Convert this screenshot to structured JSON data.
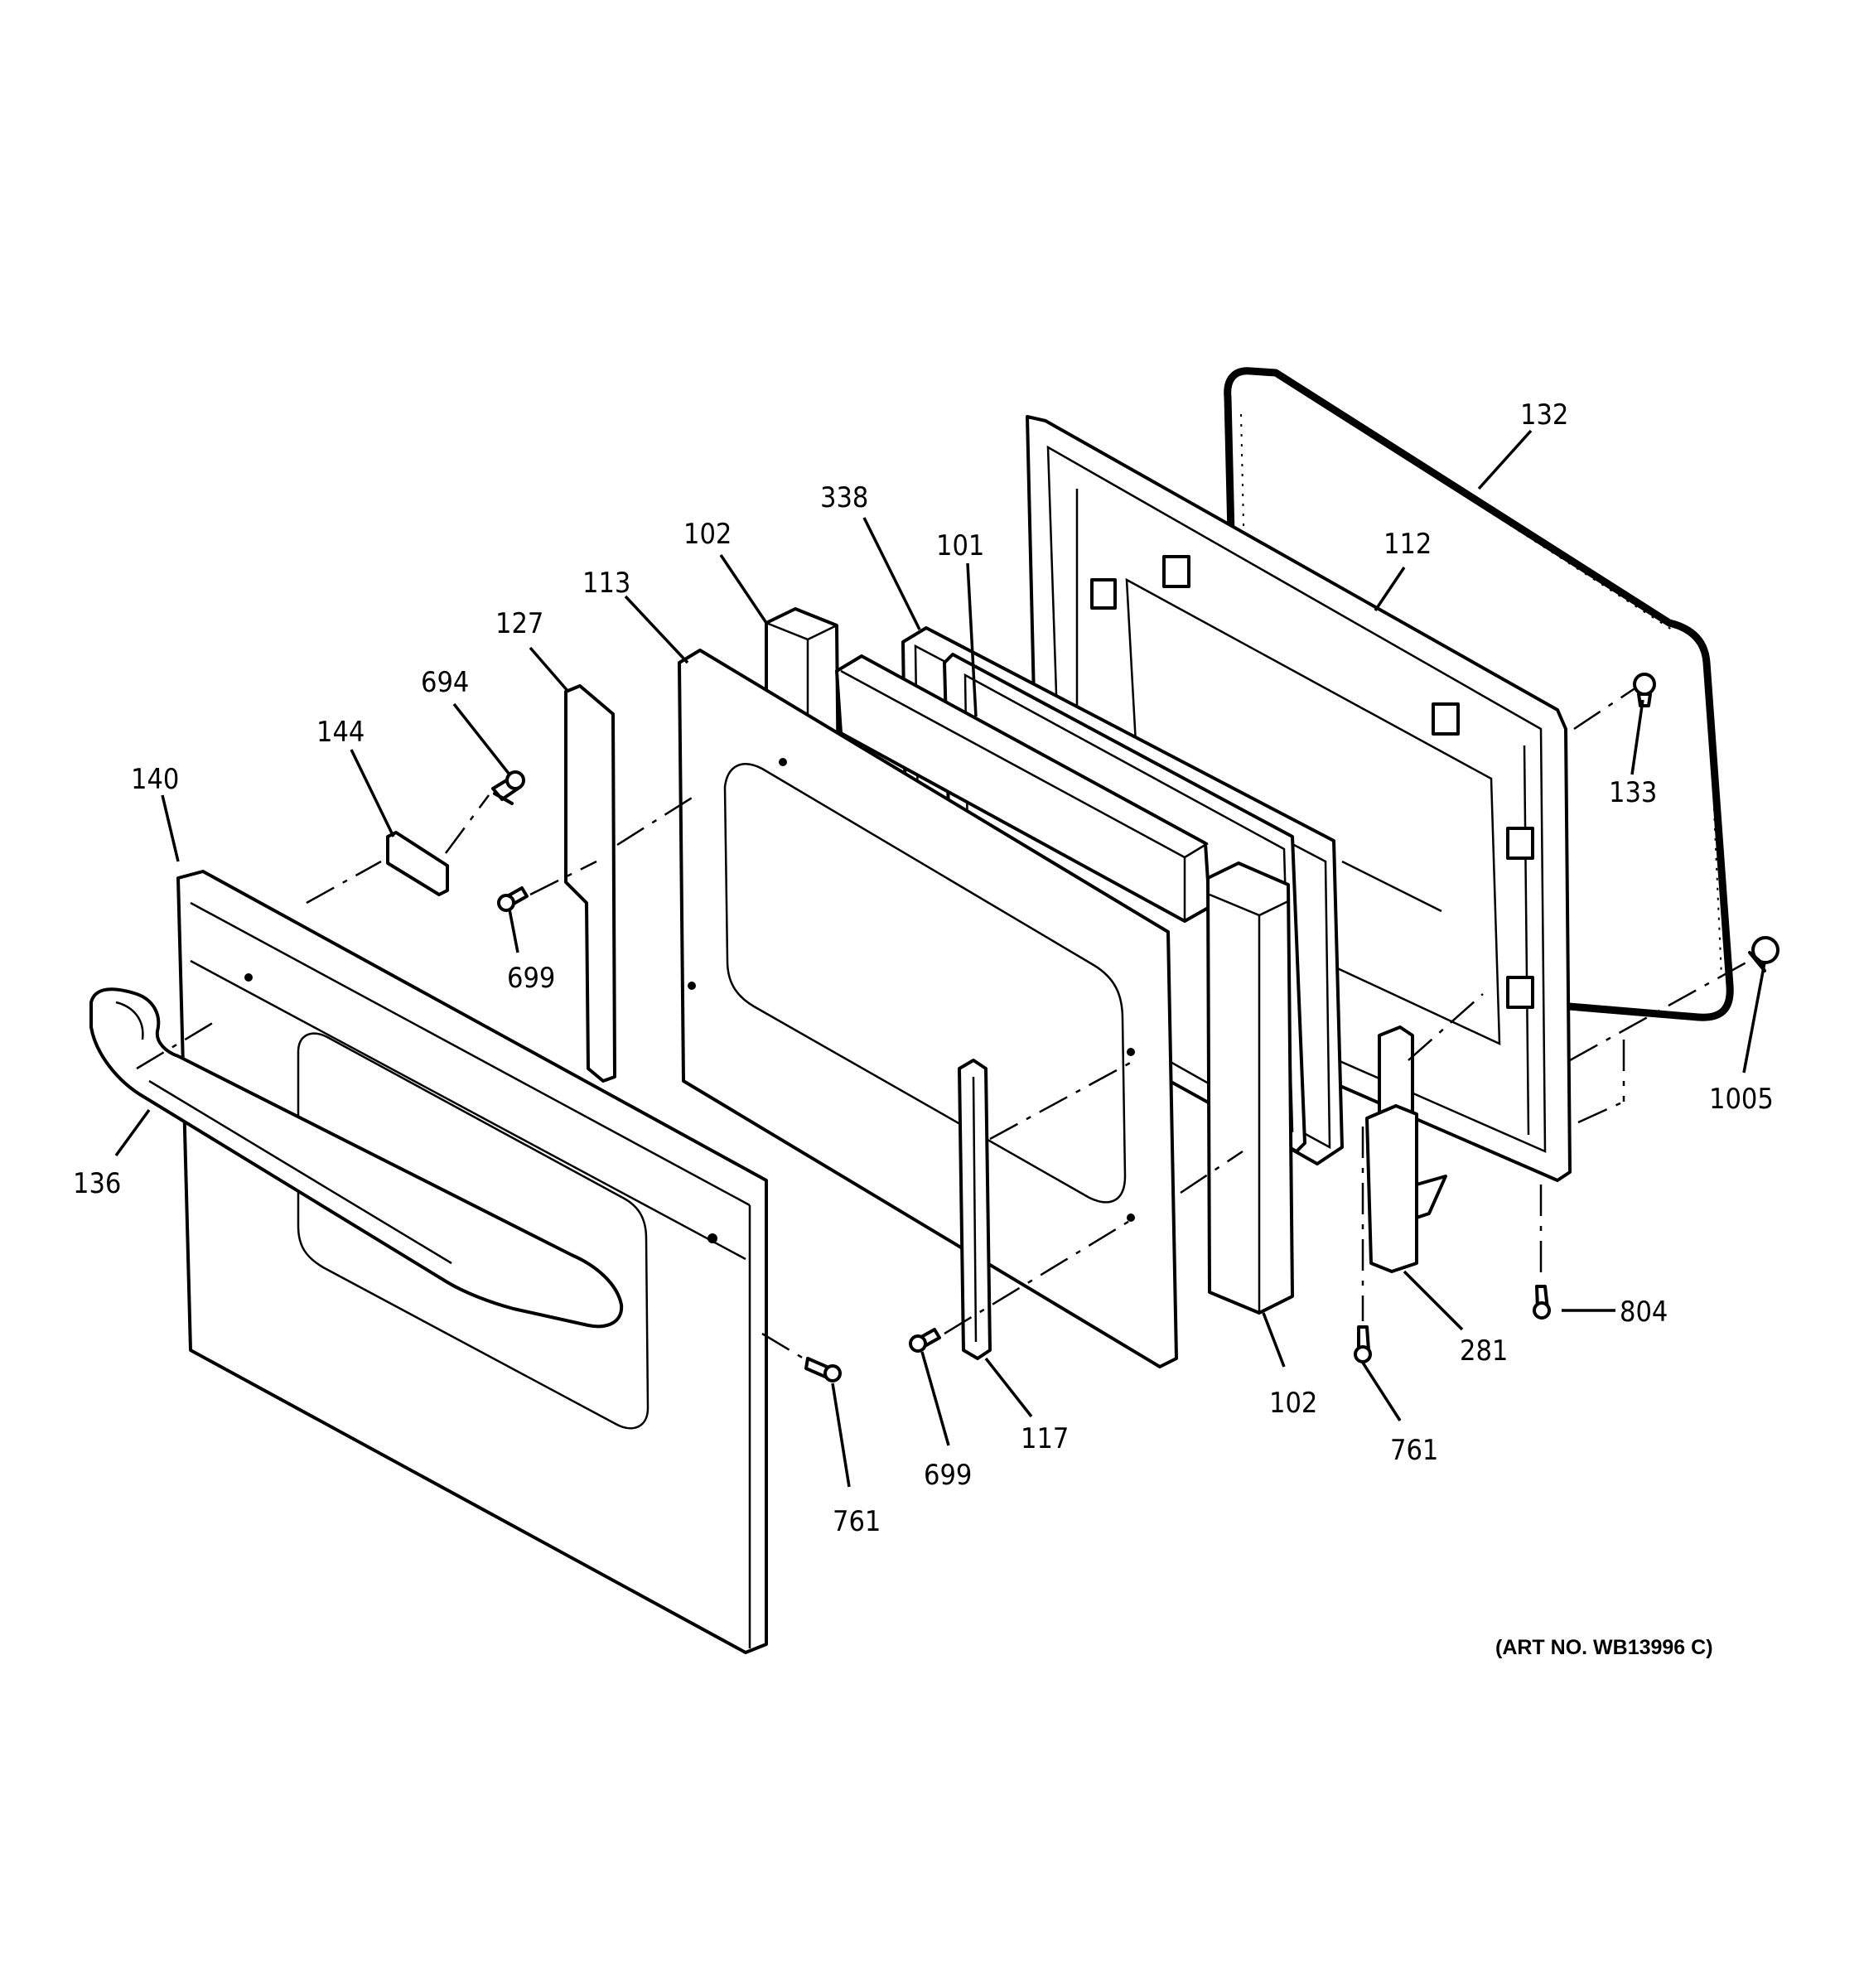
{
  "art_number": "(ART NO. WB13996 C)",
  "callouts": [
    {
      "id": "c132",
      "text": "132"
    },
    {
      "id": "c112",
      "text": "112"
    },
    {
      "id": "c338",
      "text": "338"
    },
    {
      "id": "c101",
      "text": "101"
    },
    {
      "id": "c102a",
      "text": "102"
    },
    {
      "id": "c113",
      "text": "113"
    },
    {
      "id": "c127",
      "text": "127"
    },
    {
      "id": "c694",
      "text": "694"
    },
    {
      "id": "c144",
      "text": "144"
    },
    {
      "id": "c140",
      "text": "140"
    },
    {
      "id": "c699a",
      "text": "699"
    },
    {
      "id": "c133",
      "text": "133"
    },
    {
      "id": "c1005",
      "text": "1005"
    },
    {
      "id": "c136",
      "text": "136"
    },
    {
      "id": "c804",
      "text": "804"
    },
    {
      "id": "c281",
      "text": "281"
    },
    {
      "id": "c102b",
      "text": "102"
    },
    {
      "id": "c117",
      "text": "117"
    },
    {
      "id": "c761a",
      "text": "761"
    },
    {
      "id": "c699b",
      "text": "699"
    },
    {
      "id": "c761b",
      "text": "761"
    }
  ]
}
